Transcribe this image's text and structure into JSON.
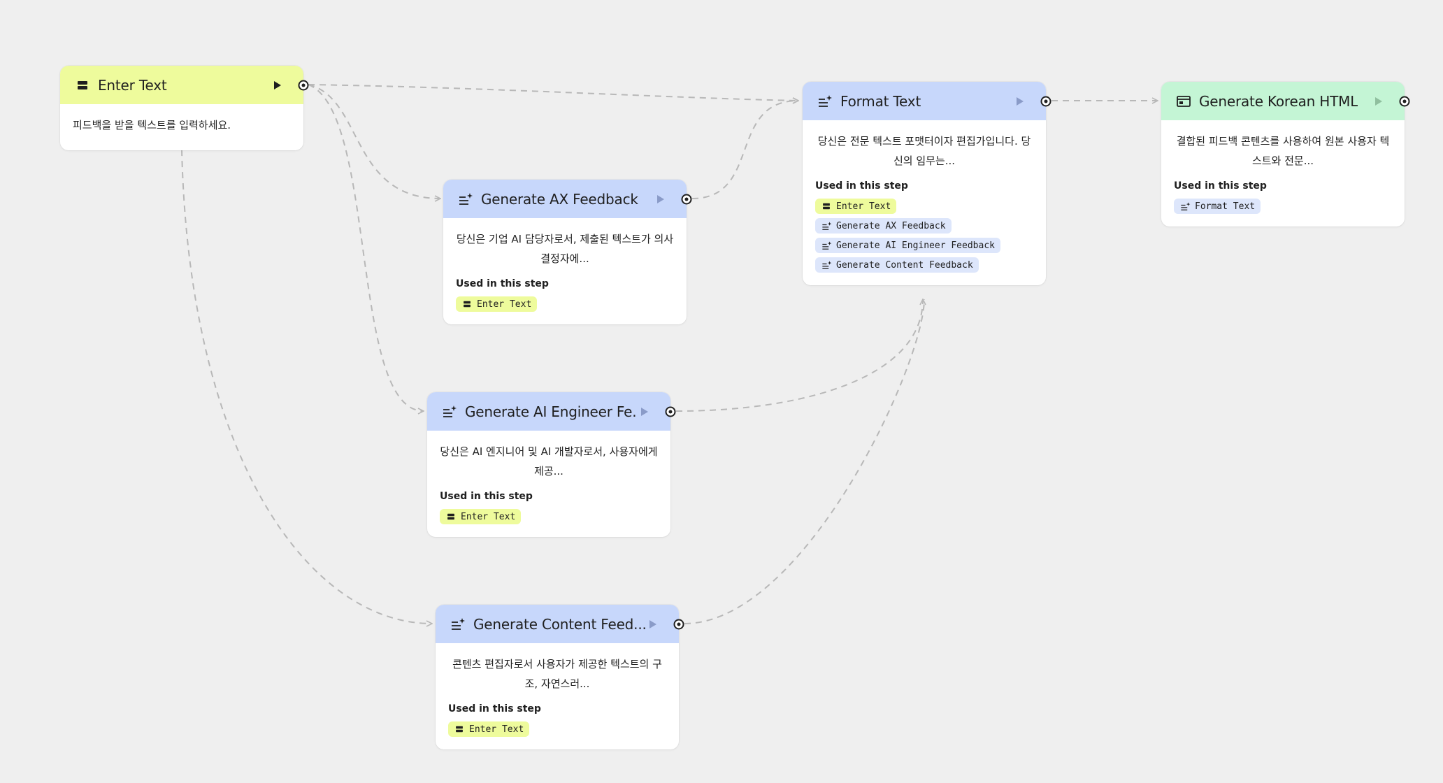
{
  "nodes": {
    "enter_text": {
      "title": "Enter Text",
      "description": "피드백을 받을 텍스트를 입력하세요."
    },
    "ax_feedback": {
      "title": "Generate AX Feedback",
      "description": "당신은 기업 AI 담당자로서, 제출된 텍스트가 의사결정자에...",
      "used_label": "Used in this step",
      "inputs": [
        "Enter Text"
      ]
    },
    "ai_engineer": {
      "title": "Generate AI Engineer Fe...",
      "description": "당신은 AI 엔지니어 및 AI 개발자로서, 사용자에게 제공...",
      "used_label": "Used in this step",
      "inputs": [
        "Enter Text"
      ]
    },
    "content_feedback": {
      "title": "Generate Content Feed...",
      "description": "콘텐츠 편집자로서 사용자가 제공한 텍스트의 구조, 자연스러...",
      "used_label": "Used in this step",
      "inputs": [
        "Enter Text"
      ]
    },
    "format_text": {
      "title": "Format Text",
      "description": "당신은 전문 텍스트 포맷터이자 편집가입니다. 당신의 임무는...",
      "used_label": "Used in this step",
      "inputs": [
        "Enter Text",
        "Generate AX Feedback",
        "Generate AI Engineer Feedback",
        "Generate Content Feedback"
      ]
    },
    "korean_html": {
      "title": "Generate Korean HTML",
      "description": "결합된 피드백 콘텐츠를 사용하여 원본 사용자 텍스트와 전문...",
      "used_label": "Used in this step",
      "inputs": [
        "Format Text"
      ]
    }
  },
  "colors": {
    "input_header": "#eefb9c",
    "prompt_header": "#c7d7fb",
    "output_header": "#c4f5d5",
    "chip_input": "#eefb9c",
    "chip_prompt": "#dde6fb",
    "edge": "#b8b8b8",
    "canvas": "#efefef"
  },
  "icons": {
    "input": "input-node-icon",
    "prompt": "prompt-sparkle-icon",
    "output": "html-output-icon",
    "run": "play-icon",
    "port": "output-port-icon"
  }
}
